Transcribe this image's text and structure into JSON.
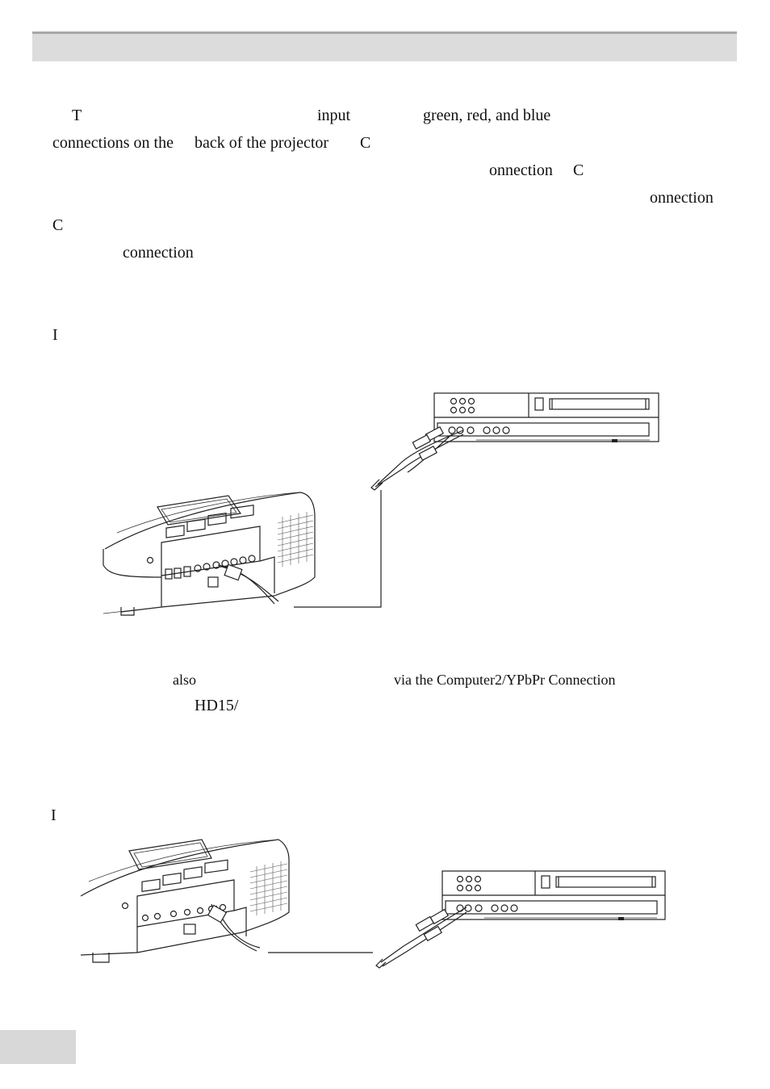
{
  "header": {
    "title": ""
  },
  "paragraph1": {
    "line1_a": "T",
    "line1_b": "input",
    "line1_c": "green, red, and blue",
    "line2_a": "connections on the",
    "line2_b": "back of the projector",
    "line2_c": "C",
    "line3_a": "onnection",
    "line3_b": "C",
    "line4_a": "onnection",
    "line5_a": "C",
    "line6_a": "connection"
  },
  "figure1_caption": "I",
  "paragraph2": {
    "line1_a": "also",
    "line1_b": "via the Computer2/YPbPr Connection",
    "line2_a": "HD15/"
  },
  "figure2_caption": "I",
  "footer": {
    "page_number": ""
  }
}
